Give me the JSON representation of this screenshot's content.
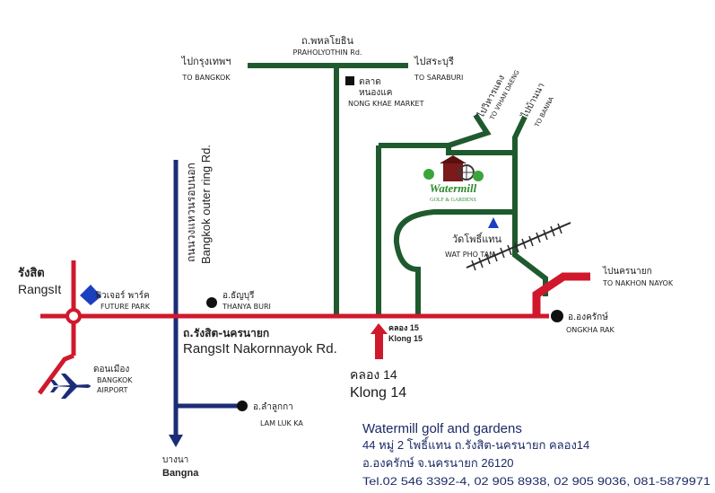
{
  "labels": {
    "phahonyothin_th": "ถ.พหลโยธิน",
    "phahonyothin_en": "PRAHOLYOTHIN Rd.",
    "to_bangkok_th": "ไปกรุงเทพฯ",
    "to_bangkok_en": "TO BANGKOK",
    "to_saraburi_th": "ไปสระบุรี",
    "to_saraburi_en": "TO SARABURI",
    "market_th1": "ตลาด",
    "market_th2": "หนองแค",
    "market_en": "NONG KHAE MARKET",
    "vihan_daeng_th": "ไปวิหารแดง",
    "vihan_daeng_en": "TO VIHAN DAENG",
    "banna_th": "ไปบ้านนา",
    "banna_en": "TO BANNA",
    "outer_ring_th": "ถนนวงแหวนรอบนอก",
    "outer_ring_en": "Bangkok outer ring Rd.",
    "wat_pho_tan_th": "วัดโพธิ์แทน",
    "wat_pho_tan_en": "WAT PHO TAN",
    "rangsit_th": "รังสิต",
    "rangsit_en": "RangsIt",
    "future_park_th": "ฟิวเจอร์ พาร์ค",
    "future_park_en": "FUTURE PARK",
    "thanya_buri_th": "อ.ธัญบุรี",
    "thanya_buri_en": "THANYA BURI",
    "to_nakhon_nayok_th": "ไปนครนายก",
    "to_nakhon_nayok_en": "TO NAKHON NAYOK",
    "ongkharak_th": "อ.องครักษ์",
    "ongkharak_en": "ONGKHA RAK",
    "klong15_th": "คลอง 15",
    "klong15_en": "Klong 15",
    "rangsit_nn_th": "ถ.รังสิต-นครนายก",
    "rangsit_nn_en": "RangsIt Nakornnayok Rd.",
    "klong14_th": "คลอง 14",
    "klong14_en": "Klong 14",
    "airport_th": "ดอนเมือง",
    "airport_en1": "BANGKOK",
    "airport_en2": "AIRPORT",
    "lam_luk_ka_th": "อ.ลำลูกกา",
    "lam_luk_ka_en": "LAM LUK KA",
    "bangna_th": "บางนา",
    "bangna_en": "Bangna"
  },
  "logo": {
    "brand": "Watermill",
    "tagline": "GOLF & GARDENS"
  },
  "address": {
    "line1": "Watermill golf and gardens",
    "line2": "44 หมู่ 2 โพธิ์แทน ถ.รังสิต-นครนายก คลอง14",
    "line3": "อ.องครักษ์ จ.นครนายก 26120",
    "line4": "Tel.02 546 3392-4, 02 905 8938, 02 905 9036, 081-5879971"
  },
  "colors": {
    "main_road": "#d0182c",
    "green_road": "#1f5a2e",
    "blue_road": "#1c2d78",
    "logo_green": "#2e8b2e"
  }
}
